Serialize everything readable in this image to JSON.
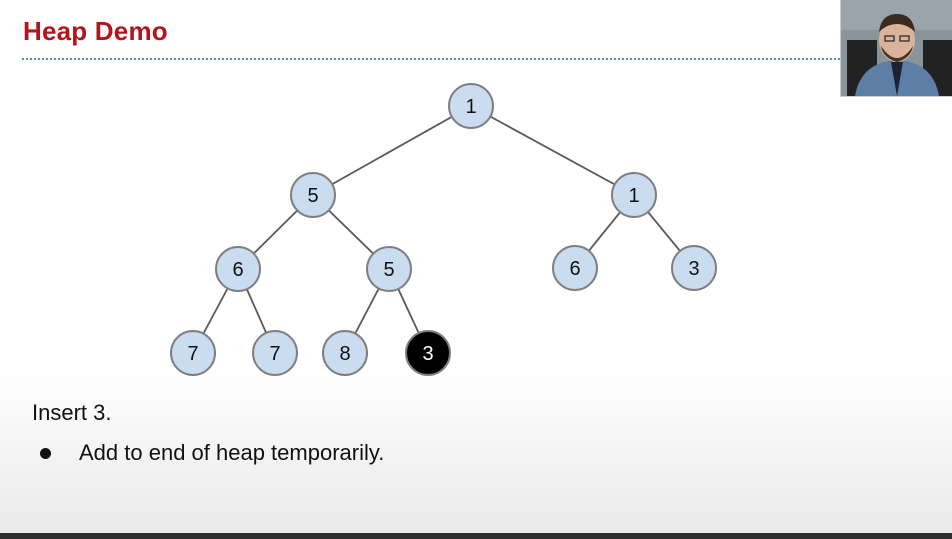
{
  "slide": {
    "title": "Heap Demo",
    "caption": "Insert 3.",
    "bullets": [
      "Add to end of heap temporarily."
    ]
  },
  "heap": {
    "nodes": [
      {
        "id": "n1",
        "value": "1"
      },
      {
        "id": "n2",
        "value": "5"
      },
      {
        "id": "n3",
        "value": "1"
      },
      {
        "id": "n4",
        "value": "6"
      },
      {
        "id": "n5",
        "value": "5"
      },
      {
        "id": "n6",
        "value": "6"
      },
      {
        "id": "n7",
        "value": "3"
      },
      {
        "id": "n8",
        "value": "7"
      },
      {
        "id": "n9",
        "value": "7"
      },
      {
        "id": "n10",
        "value": "8"
      },
      {
        "id": "n11",
        "value": "3",
        "highlighted": true
      }
    ],
    "edges": [
      [
        "n1",
        "n2"
      ],
      [
        "n1",
        "n3"
      ],
      [
        "n2",
        "n4"
      ],
      [
        "n2",
        "n5"
      ],
      [
        "n3",
        "n6"
      ],
      [
        "n3",
        "n7"
      ],
      [
        "n4",
        "n8"
      ],
      [
        "n4",
        "n9"
      ],
      [
        "n5",
        "n10"
      ],
      [
        "n5",
        "n11"
      ]
    ]
  },
  "colors": {
    "title": "#b3151c",
    "node_fill": "#c9dcf0",
    "node_stroke": "#7f7f7f",
    "highlight_fill": "#000000",
    "highlight_text": "#ffffff",
    "edge": "#595959"
  },
  "webcam": {
    "icon": "presenter-webcam-feed"
  }
}
